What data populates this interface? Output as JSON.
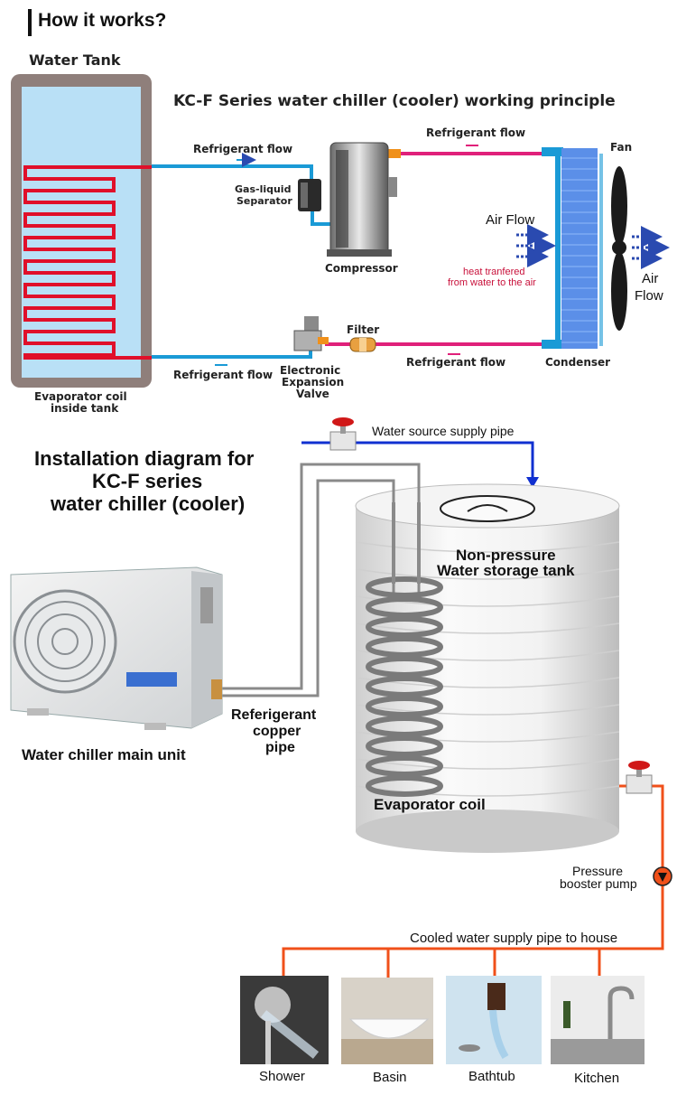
{
  "header": {
    "title": "How it works?"
  },
  "principle": {
    "tank_title": "Water Tank",
    "title": "KC-F Series water chiller (cooler) working principle",
    "refrigerant_flow_top_left": "Refrigerant flow",
    "refrigerant_flow_top_right": "Refrigerant flow",
    "refrigerant_flow_bottom_left": "Refrigerant flow",
    "refrigerant_flow_bottom_right": "Refrigerant flow",
    "separator_line1": "Gas-liquid",
    "separator_line2": "Separator",
    "compressor": "Compressor",
    "fan": "Fan",
    "air_flow_left": "Air Flow",
    "air_flow_right_line1": "Air",
    "air_flow_right_line2": "Flow",
    "heat_line1": "heat tranfered",
    "heat_line2": "from water to the air",
    "filter": "Filter",
    "valve_line1": "Electronic",
    "valve_line2": "Expansion",
    "valve_line3": "Valve",
    "condenser": "Condenser",
    "evap_line1": "Evaporator coil",
    "evap_line2": "inside tank"
  },
  "installation": {
    "title_line1": "Installation diagram for",
    "title_line2": "KC-F series",
    "title_line3": "water chiller (cooler)",
    "water_source": "Water source supply pipe",
    "tank_line1": "Non-pressure",
    "tank_line2": "Water storage tank",
    "main_unit": "Water chiller main unit",
    "pipe_line1": "Referigerant",
    "pipe_line2": "copper",
    "pipe_line3": "pipe",
    "evaporator_coil": "Evaporator coil",
    "pump_line1": "Pressure",
    "pump_line2": "booster pump",
    "cooled_supply": "Cooled water supply pipe to house",
    "fixtures": [
      "Shower",
      "Basin",
      "Bathtub",
      "Kitchen"
    ]
  },
  "colors": {
    "refrigerant_hot": "#e0207a",
    "refrigerant_cold": "#1a9ad6",
    "coil_red": "#e0102a",
    "water_supply": "#1030d0",
    "house_supply": "#f0501a"
  }
}
